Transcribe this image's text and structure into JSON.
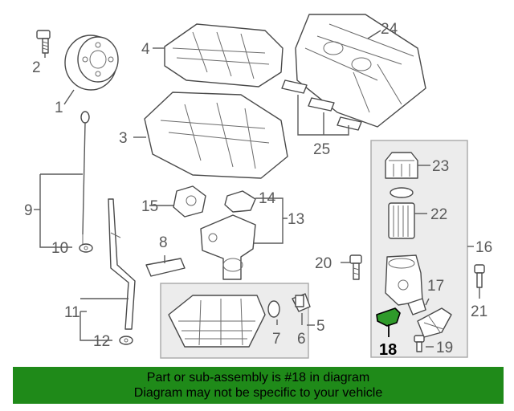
{
  "diagram": {
    "callouts": [
      "1",
      "2",
      "3",
      "4",
      "5",
      "6",
      "7",
      "8",
      "9",
      "10",
      "11",
      "12",
      "13",
      "14",
      "15",
      "16",
      "17",
      "18",
      "19",
      "20",
      "21",
      "22",
      "23",
      "24",
      "25"
    ],
    "highlighted_callout": "18",
    "colors": {
      "highlight_part": "#2f9a2a",
      "banner": "#1f8a19",
      "panel": "#ececec",
      "line": "#4a4a4a"
    }
  },
  "banner": {
    "line1": "Part or sub-assembly is #18 in diagram",
    "line2": "Diagram may not be specific to your vehicle"
  }
}
